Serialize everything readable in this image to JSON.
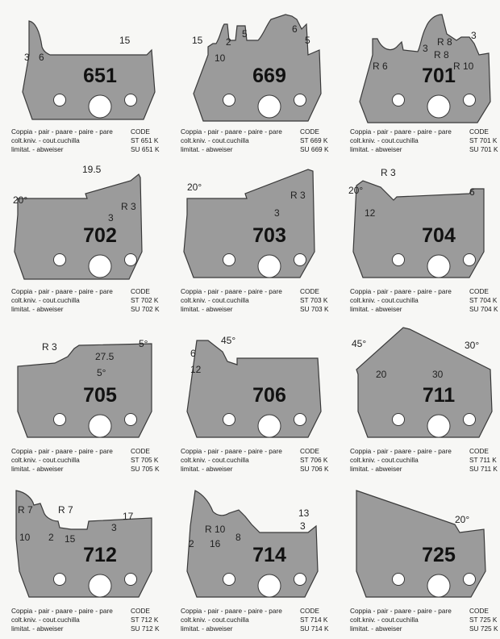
{
  "caption_lines": [
    "Coppia - pair - paare - paire - pare",
    "colt.kniv. - cout.cuchilla",
    "limitat. - abweiser"
  ],
  "code_label": "CODE",
  "items": [
    {
      "number": "651",
      "st": "ST 651 K",
      "su": "SU 651 K",
      "dims": [
        "15",
        "3",
        "6"
      ]
    },
    {
      "number": "669",
      "st": "ST 669 K",
      "su": "SU 669 K",
      "dims": [
        "15",
        "2",
        "5",
        "6",
        "5",
        "10"
      ]
    },
    {
      "number": "701",
      "st": "ST 701 K",
      "su": "SU 701 K",
      "dims": [
        "R 8",
        "R 8",
        "3",
        "3",
        "R 6",
        "R 10"
      ]
    },
    {
      "number": "702",
      "st": "ST 702 K",
      "su": "SU 702 K",
      "dims": [
        "19.5",
        "20°",
        "R 3",
        "3"
      ]
    },
    {
      "number": "703",
      "st": "ST 703 K",
      "su": "SU 703 K",
      "dims": [
        "20°",
        "R 3",
        "3"
      ]
    },
    {
      "number": "704",
      "st": "ST 704 K",
      "su": "SU 704 K",
      "dims": [
        "R 3",
        "20°",
        "6",
        "12"
      ]
    },
    {
      "number": "705",
      "st": "ST 705 K",
      "su": "SU 705 K",
      "dims": [
        "R 3",
        "27.5",
        "5°",
        "5°"
      ]
    },
    {
      "number": "706",
      "st": "ST 706 K",
      "su": "SU 706 K",
      "dims": [
        "45°",
        "6",
        "12"
      ]
    },
    {
      "number": "711",
      "st": "ST 711 K",
      "su": "SU 711 K",
      "dims": [
        "45°",
        "30°",
        "20",
        "30"
      ]
    },
    {
      "number": "712",
      "st": "ST 712 K",
      "su": "SU 712 K",
      "dims": [
        "R 7",
        "R 7",
        "17",
        "3",
        "10",
        "2",
        "15"
      ]
    },
    {
      "number": "714",
      "st": "ST 714 K",
      "su": "SU 714 K",
      "dims": [
        "13",
        "R 10",
        "3",
        "2",
        "16",
        "8"
      ]
    },
    {
      "number": "725",
      "st": "ST 725 K",
      "su": "SU 725 K",
      "dims": [
        "20°"
      ]
    }
  ]
}
